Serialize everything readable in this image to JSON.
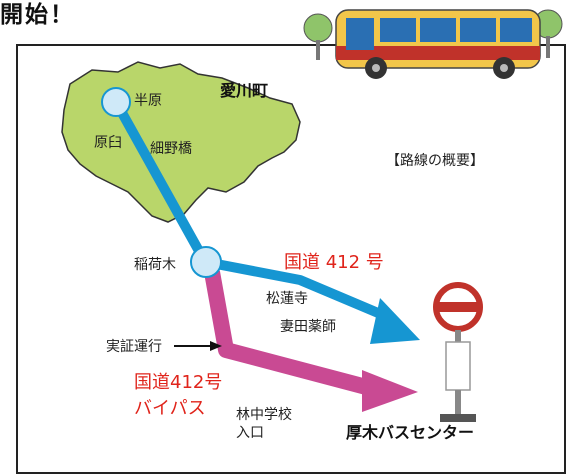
{
  "heading": "開始！",
  "town": "愛川町",
  "overview": "【路線の概要】",
  "stops": {
    "hanbara": "半原",
    "haraku": "原臼",
    "hosonobashi": "細野橋",
    "inariki": "稲荷木",
    "shorenji": "松蓮寺",
    "saidayakushi": "妻田薬師",
    "rinchu_1": "林中学校",
    "rinchu_2": "入口"
  },
  "routes": {
    "national": "国道 412 号",
    "bypass_1": "国道412号",
    "bypass_2": "バイパス",
    "trial": "実証運行"
  },
  "destination": "厚木バスセンター",
  "colors": {
    "land": "#b9d66a",
    "route_blue": "#1696d2",
    "route_magenta": "#c94a93",
    "stop_circle": "#cfe9f8",
    "label_red": "#e0241b",
    "bus_body": "#f2c64a",
    "bus_window": "#2a6fb3",
    "bus_stripe": "#c0322a"
  }
}
